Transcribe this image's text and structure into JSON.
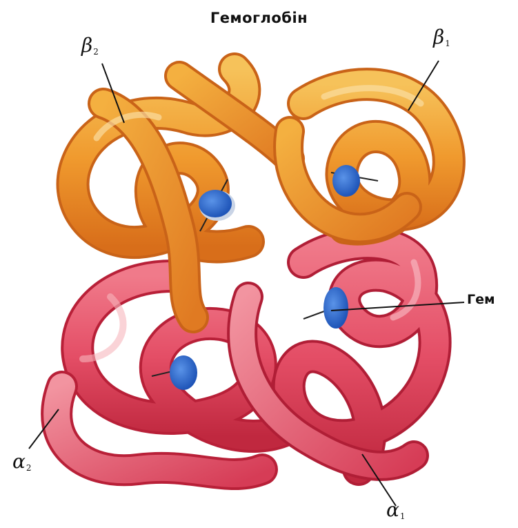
{
  "title": "Гемоглобін",
  "labels": {
    "beta2": {
      "symbol": "β",
      "sub": "2"
    },
    "beta1": {
      "symbol": "β",
      "sub": "1"
    },
    "alpha2": {
      "symbol": "α",
      "sub": "2"
    },
    "alpha1": {
      "symbol": "α",
      "sub": "1"
    },
    "heme": "Гем"
  },
  "colors": {
    "beta_chain": "#f0a030",
    "beta_chain_dark": "#d9701c",
    "alpha_chain": "#e8506a",
    "alpha_chain_dark": "#c42a45",
    "heme": "#2f6fd0",
    "background": "#ffffff"
  }
}
